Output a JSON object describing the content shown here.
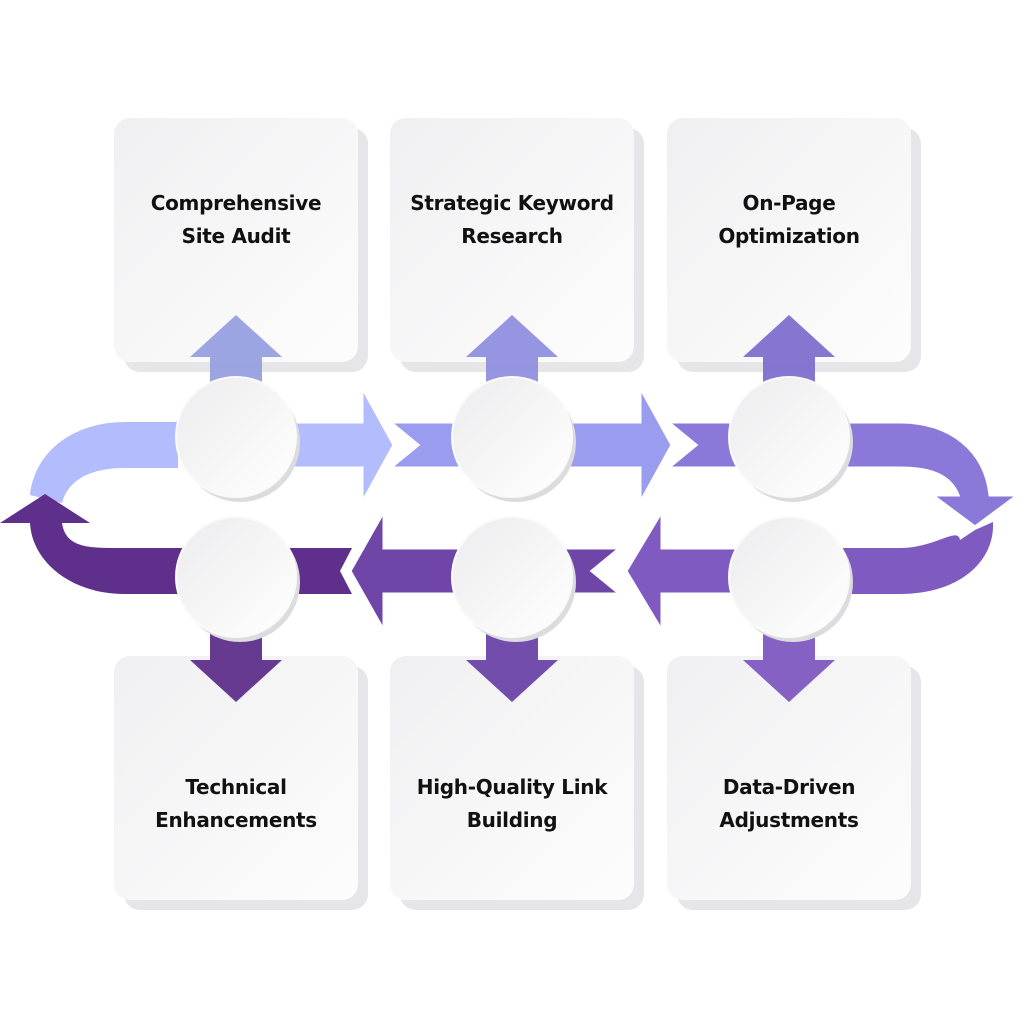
{
  "diagram": {
    "title": "SEO process cycle",
    "steps": [
      {
        "label_lines": [
          "Comprehensive",
          "Site Audit"
        ],
        "row": "top",
        "col": 0,
        "arrow_direction": "up",
        "color": "#97a0e0"
      },
      {
        "label_lines": [
          "Strategic Keyword",
          "Research"
        ],
        "row": "top",
        "col": 1,
        "arrow_direction": "up",
        "color": "#8f8fe0"
      },
      {
        "label_lines": [
          "On-Page",
          "Optimization"
        ],
        "row": "top",
        "col": 2,
        "arrow_direction": "up",
        "color": "#7f6fcc"
      },
      {
        "label_lines": [
          "Data-Driven",
          "Adjustments"
        ],
        "row": "bottom",
        "col": 2,
        "arrow_direction": "down",
        "color": "#7d58c0"
      },
      {
        "label_lines": [
          "High-Quality Link",
          "Building"
        ],
        "row": "bottom",
        "col": 1,
        "arrow_direction": "down",
        "color": "#6c43a8"
      },
      {
        "label_lines": [
          "Technical",
          "Enhancements"
        ],
        "row": "bottom",
        "col": 0,
        "arrow_direction": "down",
        "color": "#5f2f8c"
      }
    ],
    "flow_colors": {
      "top_left_loop": "#b3bcfc",
      "top_segment_1": "#b3bcfc",
      "top_segment_2": "#9a9cf0",
      "top_segment_3": "#8b78d8",
      "right_loop_top": "#8b78d8",
      "right_loop_bottom": "#7f5bc1",
      "bottom_segment_3": "#7f5bc1",
      "bottom_segment_2": "#7045a8",
      "bottom_segment_1": "#5f2f8c",
      "left_loop_bottom": "#5f2f8c"
    },
    "node_color": "#f4f4f6",
    "box_color": "#f5f5f7"
  }
}
